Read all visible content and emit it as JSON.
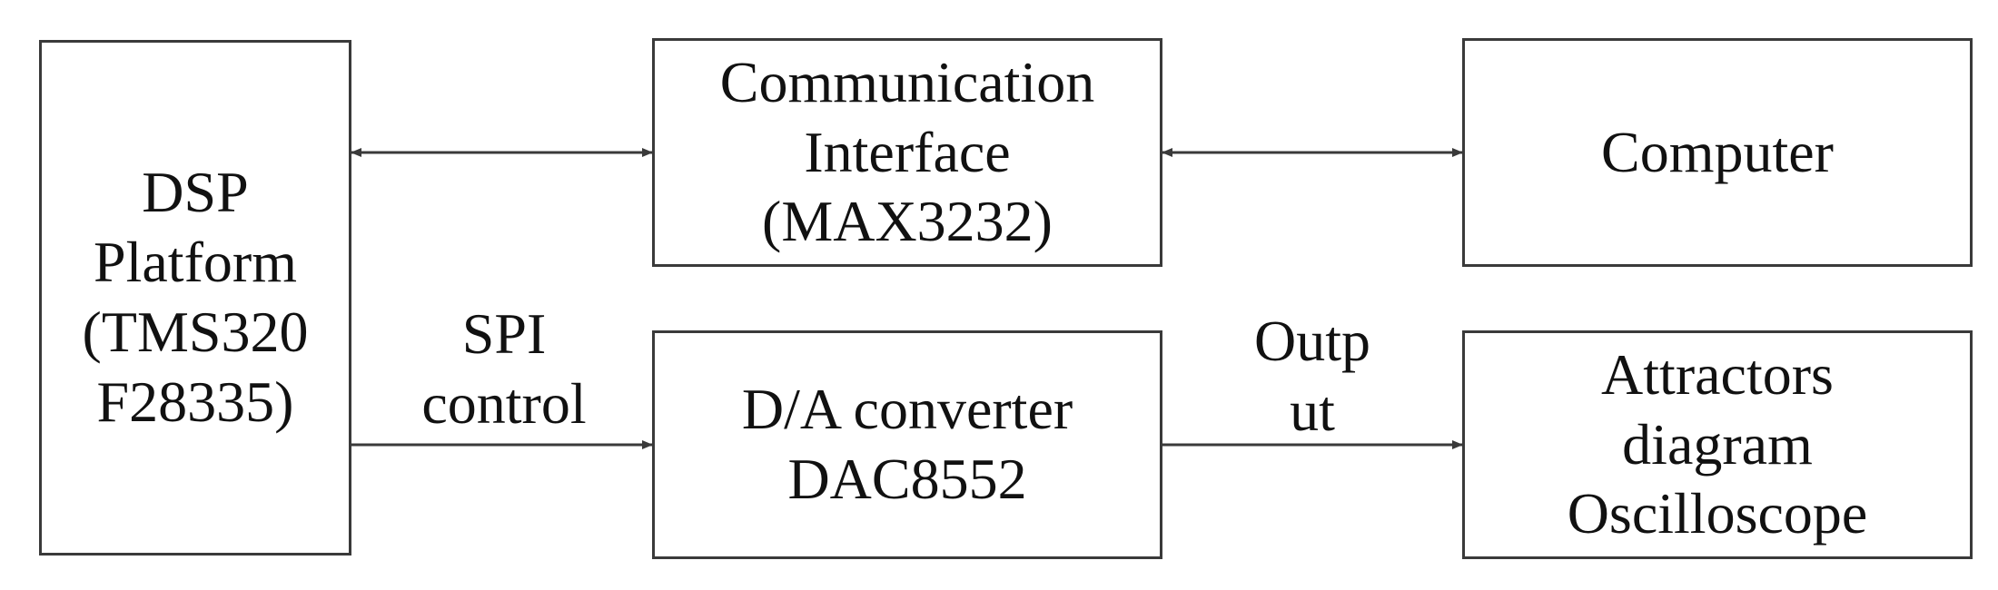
{
  "nodes": {
    "dsp": {
      "lines": [
        "DSP",
        "Platform",
        "(TMS320",
        "F28335)"
      ]
    },
    "comm": {
      "lines": [
        "Communication",
        "Interface",
        "(MAX3232)"
      ]
    },
    "computer": {
      "lines": [
        "Computer"
      ]
    },
    "dac": {
      "lines": [
        "D/A converter",
        "DAC8552"
      ]
    },
    "scope": {
      "lines": [
        "Attractors",
        "diagram",
        "Oscilloscope"
      ]
    }
  },
  "edges": {
    "spi": {
      "lines": [
        "SPI",
        "control"
      ]
    },
    "output": {
      "lines": [
        "Outp",
        "ut"
      ]
    }
  },
  "colors": {
    "stroke": "#3a3a3a",
    "text": "#111111",
    "background": "#ffffff"
  }
}
